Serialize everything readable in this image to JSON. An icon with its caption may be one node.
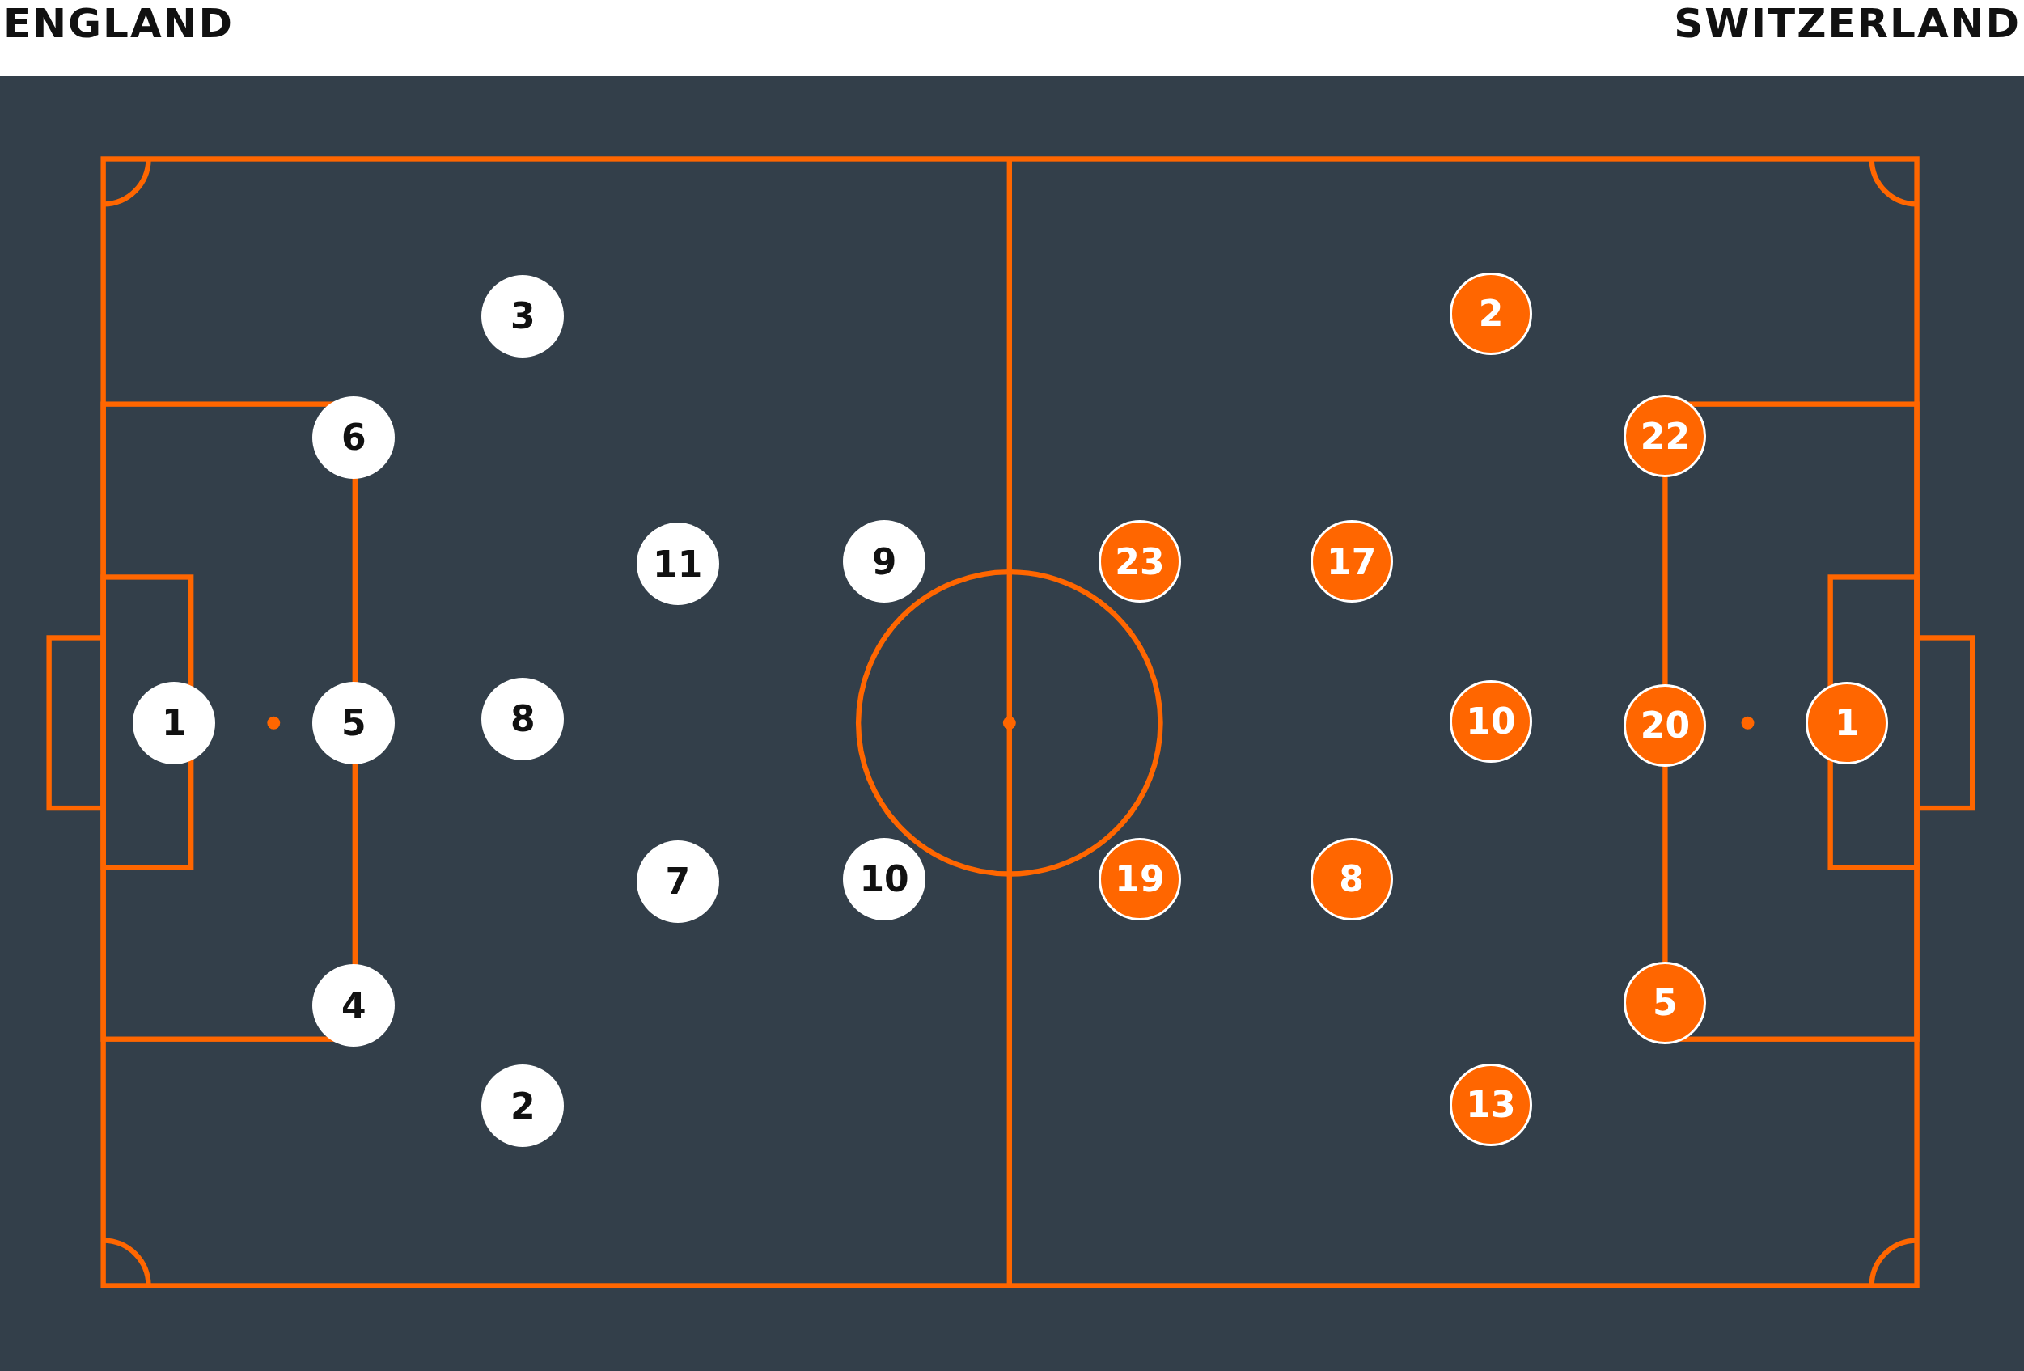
{
  "diagram": {
    "nodes": [
      {
        "text": [
          "1"
        ]
      },
      {
        "text": [
          "6"
        ]
      },
      {
        "text": [
          "5"
        ]
      },
      {
        "text": [
          "4"
        ]
      },
      {
        "text": [
          "3"
        ]
      },
      {
        "text": [
          "8"
        ]
      },
      {
        "text": [
          "2"
        ]
      },
      {
        "text": [
          "11"
        ]
      },
      {
        "text": [
          "7"
        ]
      },
      {
        "text": [
          "9"
        ]
      },
      {
        "text": [
          "10"
        ]
      },
      {
        "text": [
          "23"
        ]
      },
      {
        "text": [
          "19"
        ]
      },
      {
        "text": [
          "17"
        ]
      },
      {
        "text": [
          "8"
        ]
      },
      {
        "text": [
          "2"
        ]
      },
      {
        "text": [
          "10"
        ]
      },
      {
        "text": [
          "13"
        ]
      },
      {
        "text": [
          "22"
        ]
      },
      {
        "text": [
          "20"
        ]
      },
      {
        "text": [
          "5"
        ]
      },
      {
        "text": [
          "1"
        ]
      }
    ],
    "labels": [
      "ENGLAND",
      "SWITZERLAND"
    ]
  }
}
